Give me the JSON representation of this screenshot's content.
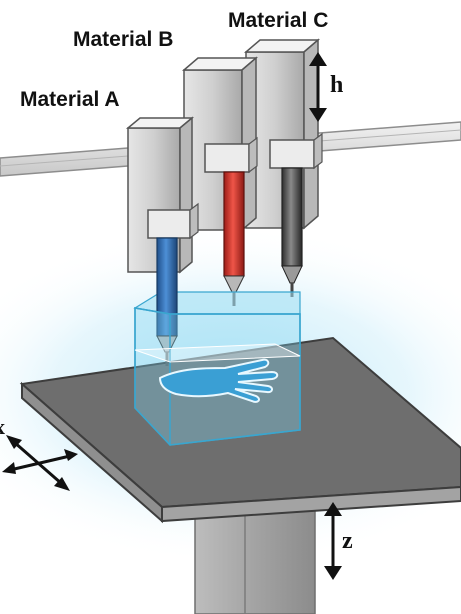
{
  "labels": {
    "material_a": "Material A",
    "material_b": "Material B",
    "material_c": "Material C",
    "height_label": "h",
    "z_axis_label": "z",
    "x_axis_label": "x"
  },
  "colors": {
    "material_a": "#2f6db3",
    "material_b": "#d6342b",
    "material_c": "#4a4a4a",
    "gel_block": "#7fd3f0",
    "printed_object": "#3a9fd4",
    "platform_top": "#707070",
    "rail": "#d9d9d9"
  }
}
